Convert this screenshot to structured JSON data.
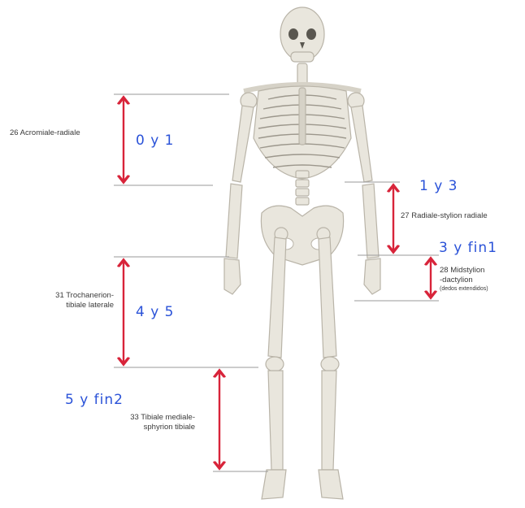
{
  "colors": {
    "arrow": "#d8243a",
    "guide": "#9a9a9a",
    "handwriting": "#2a52d8",
    "label": "#3a3a3a",
    "bone": "#e9e6dd",
    "bone_shade": "#b9b4a8"
  },
  "measurements": [
    {
      "label": "26 Acromiale-radiale",
      "annotation": "0 y 1"
    },
    {
      "label": "27 Radiale-stylion radiale",
      "annotation": "1 y 3"
    },
    {
      "label_line1": "28 Midstylion",
      "label_line2": "-dactylion",
      "label_note": "(dedos extendidos)",
      "annotation": "3 y fin1"
    },
    {
      "label_line1": "31 Trochanerion-",
      "label_line2": "tibiale laterale",
      "annotation": "4 y 5"
    },
    {
      "label_line1": "33 Tibiale mediale-",
      "label_line2": "sphyrion tibiale",
      "annotation": "5 y fin2"
    }
  ],
  "figure": {
    "icon": "human-skeleton-icon"
  }
}
